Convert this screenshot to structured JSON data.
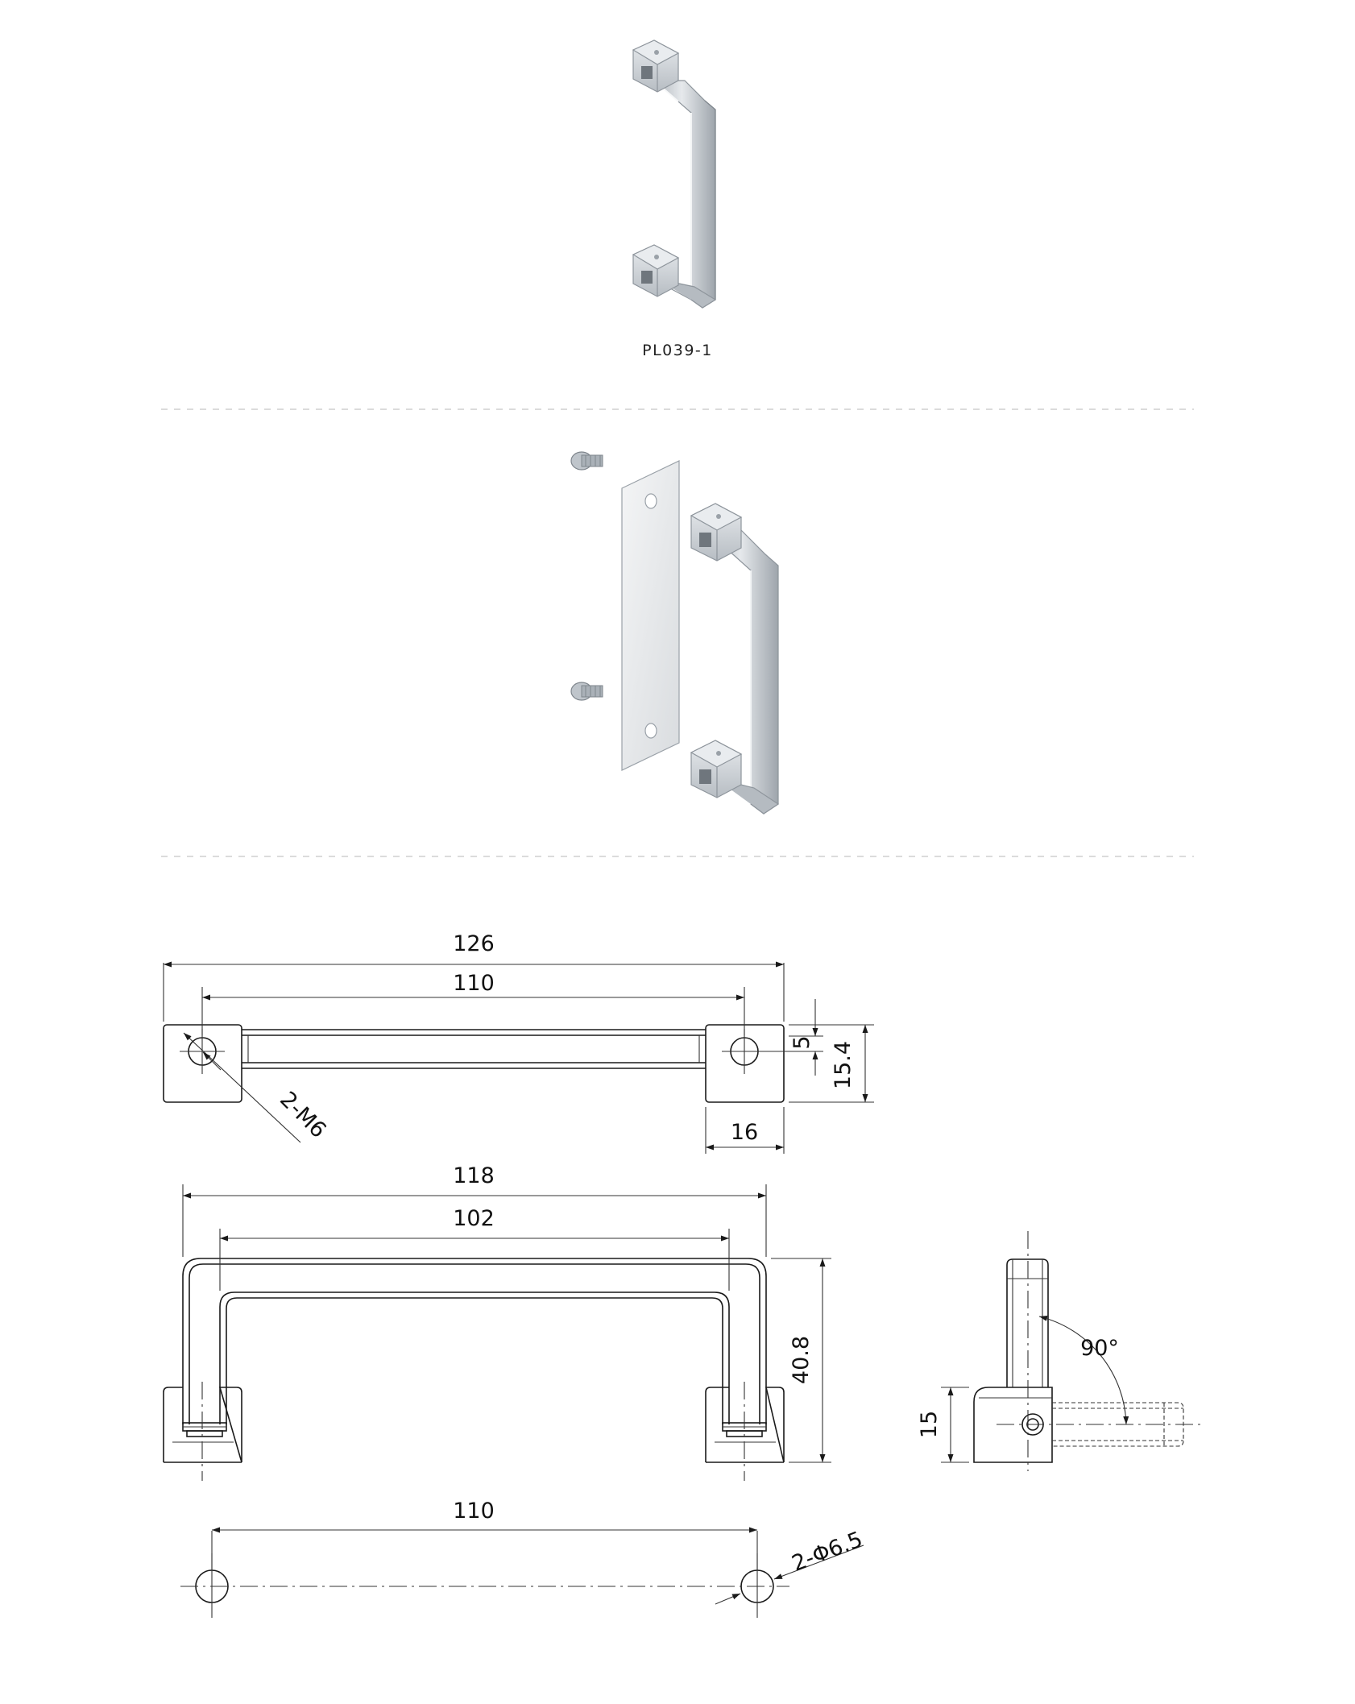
{
  "caption": "PL039-1",
  "dimensions": {
    "top_view": {
      "overall_width": "126",
      "hole_spacing": "110",
      "hole_offset": "5",
      "end_height": "15.4",
      "end_width": "16",
      "thread": "2-M6"
    },
    "front_view": {
      "outer_width": "118",
      "inner_width": "102",
      "height": "40.8"
    },
    "side_view": {
      "angle": "90°",
      "base_height": "15"
    },
    "mounting": {
      "hole_spacing": "110",
      "hole_diameter": "2-Φ6.5"
    }
  },
  "colors": {
    "line": "#1a1a1a",
    "separator": "#cfcfcf",
    "metal": "#c9ced3"
  }
}
